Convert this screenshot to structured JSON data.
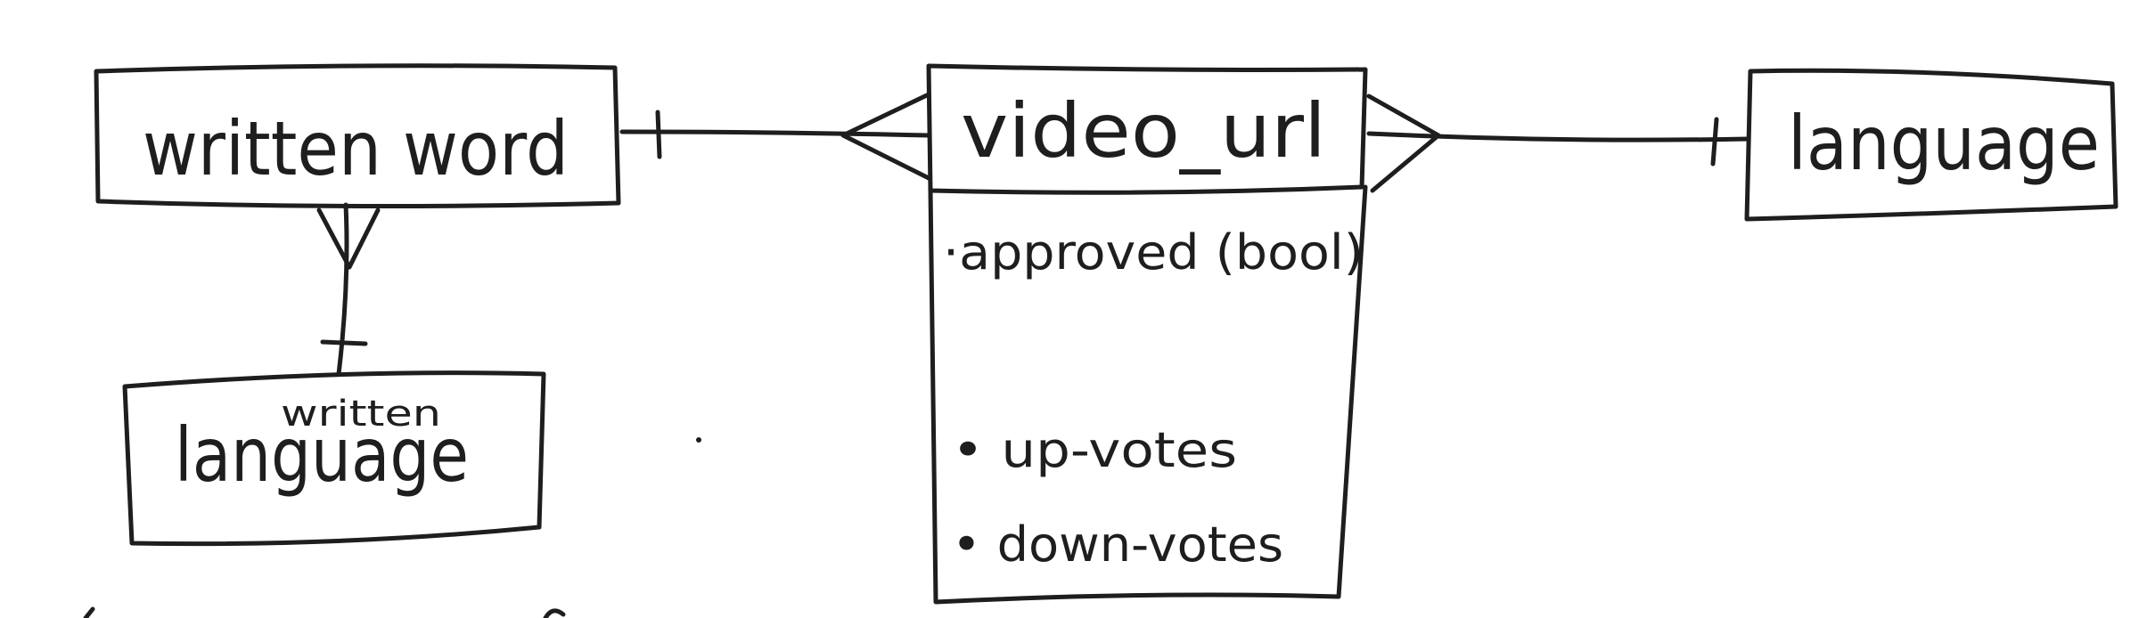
{
  "entities": {
    "written_word": {
      "label": "written word"
    },
    "video_url": {
      "label": "video_url",
      "attributes": [
        "·approved (bool)",
        "• up-votes",
        "• down-votes"
      ]
    },
    "language": {
      "label": "language"
    },
    "written_language": {
      "label_line1": "written",
      "label_line2": "language"
    }
  }
}
